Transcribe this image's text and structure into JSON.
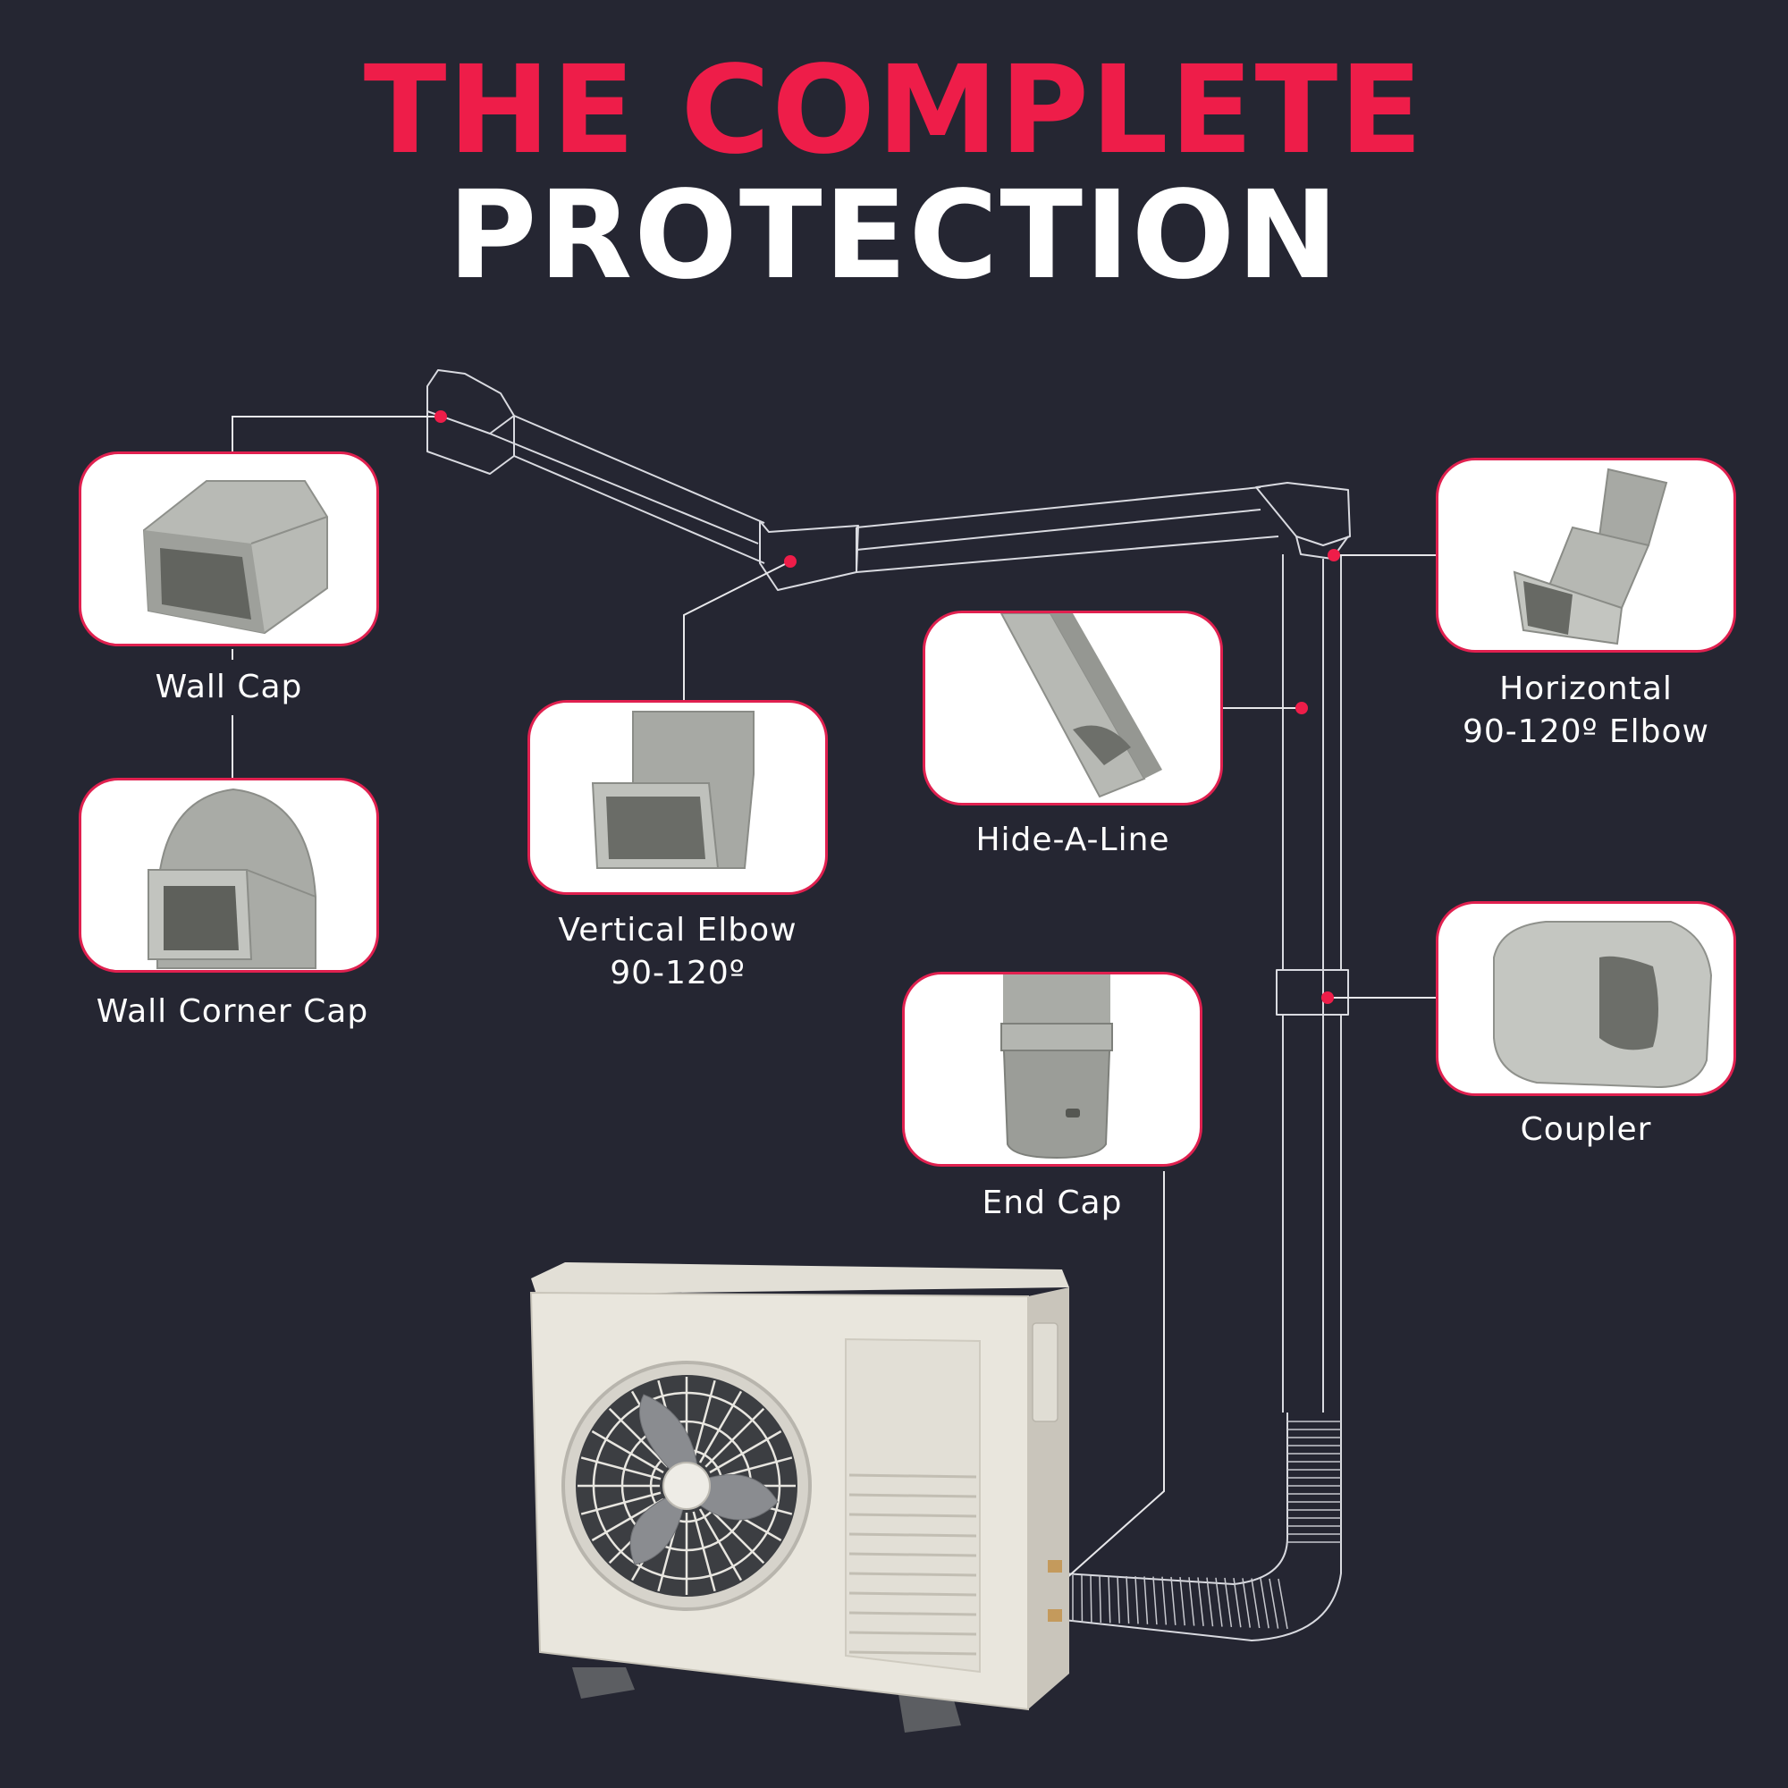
{
  "title": {
    "line1": "THE COMPLETE",
    "line2": "PROTECTION"
  },
  "colors": {
    "background": "#252632",
    "accent": "#ee1d49",
    "outline": "#d9dae0",
    "card_fill": "#ffffff",
    "part_gray": "#a8aaa5"
  },
  "parts": {
    "wall_cap": {
      "label": "Wall Cap"
    },
    "wall_corner_cap": {
      "label": "Wall Corner Cap"
    },
    "vertical_elbow": {
      "label_line1": "Vertical Elbow",
      "label_line2": "90-120º"
    },
    "hide_a_line": {
      "label": "Hide-A-Line"
    },
    "horizontal_elbow": {
      "label_line1": "Horizontal",
      "label_line2": "90-120º Elbow"
    },
    "coupler": {
      "label": "Coupler"
    },
    "end_cap": {
      "label": "End Cap"
    }
  }
}
